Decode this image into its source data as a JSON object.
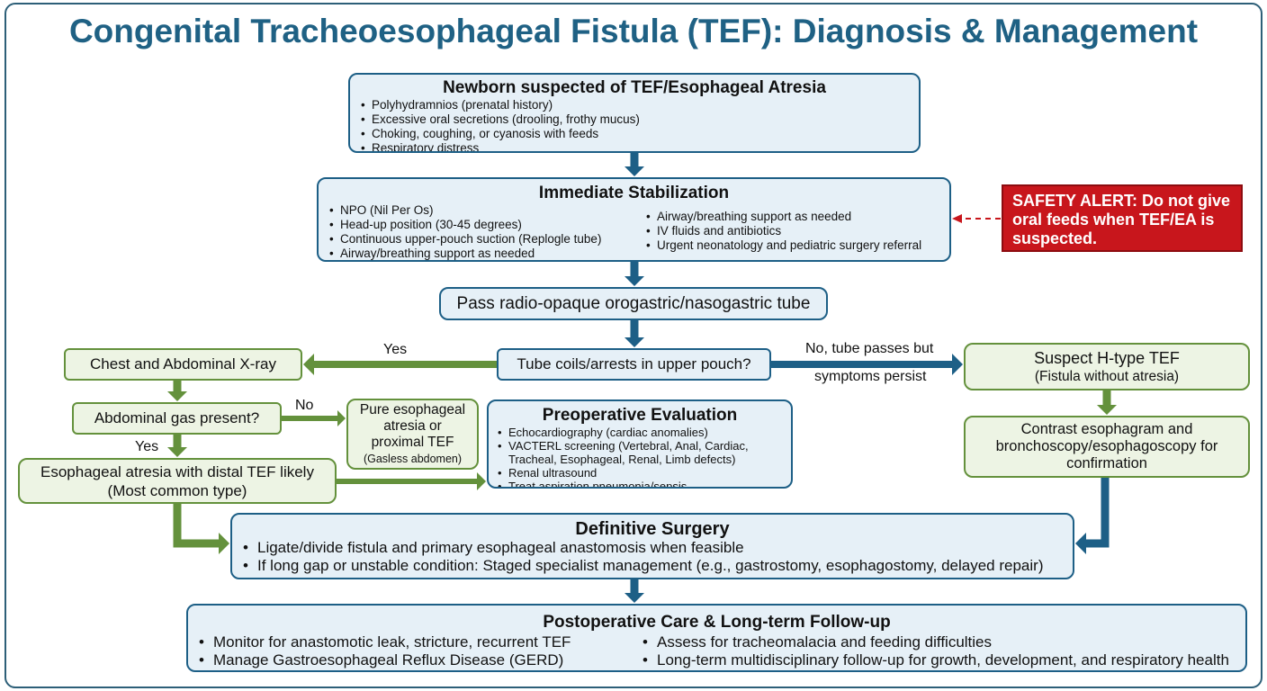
{
  "title": "Congenital Tracheoesophageal Fistula (TEF): Diagnosis & Management",
  "colors": {
    "blue": "#1d5f86",
    "green": "#64913c",
    "alert": "#c8161c",
    "title": "#1f6184"
  },
  "newborn": {
    "title": "Newborn suspected of TEF/Esophageal Atresia",
    "items": [
      "Polyhydramnios (prenatal history)",
      "Excessive oral secretions (drooling, frothy mucus)",
      "Choking, coughing, or cyanosis with feeds",
      "Respiratory distress"
    ]
  },
  "stabilization": {
    "title": "Immediate Stabilization",
    "left_items": [
      "NPO (Nil Per Os)",
      "Head-up position (30-45 degrees)",
      "Continuous upper-pouch suction (Replogle tube)",
      "Airway/breathing support as needed"
    ],
    "right_items": [
      "Airway/breathing support as needed",
      "IV fluids and antibiotics",
      "Urgent neonatology and pediatric surgery referral"
    ]
  },
  "safety_alert": "SAFETY ALERT: Do not give oral feeds when TEF/EA is suspected.",
  "tube_pass": "Pass radio-opaque orogastric/nasogastric tube",
  "tube_coils": "Tube coils/arrests in upper pouch?",
  "labels": {
    "yes1": "Yes",
    "no_passes_1": "No, tube passes but",
    "no_passes_2": "symptoms persist",
    "no2": "No",
    "yes2": "Yes"
  },
  "xray": "Chest and Abdominal X-ray",
  "abd_gas": "Abdominal gas present?",
  "pure_ea": {
    "line1": "Pure esophageal",
    "line2": "atresia or",
    "line3": "proximal TEF",
    "note": "(Gasless abdomen)"
  },
  "ea_distal": {
    "line1": "Esophageal atresia with distal TEF likely",
    "line2": "(Most common type)"
  },
  "preop": {
    "title": "Preoperative Evaluation",
    "items": [
      "Echocardiography (cardiac anomalies)",
      "VACTERL screening (Vertebral, Anal, Cardiac,",
      "Renal ultrasound",
      "Treat aspiration pneumonia/sepsis"
    ],
    "vacterl_cont": "Tracheal, Esophageal, Renal, Limb defects)"
  },
  "htype": {
    "title": "Suspect H-type TEF",
    "subtitle": "(Fistula without atresia)"
  },
  "contrast": "Contrast esophagram and bronchoscopy/esophagoscopy for confirmation",
  "surgery": {
    "title": "Definitive Surgery",
    "items": [
      "Ligate/divide fistula and primary esophageal anastomosis when feasible",
      "If long gap or unstable condition: Staged specialist management (e.g., gastrostomy, esophagostomy, delayed repair)"
    ]
  },
  "postop": {
    "title": "Postoperative Care & Long-term Follow-up",
    "left_items": [
      "Monitor for anastomotic leak, stricture, recurrent TEF",
      "Manage Gastroesophageal Reflux Disease (GERD)"
    ],
    "right_items": [
      "Assess for tracheomalacia and feeding difficulties",
      "Long-term multidisciplinary follow-up for growth, development, and respiratory health"
    ]
  }
}
